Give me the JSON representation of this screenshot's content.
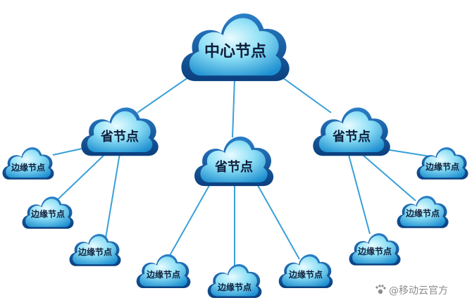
{
  "diagram": {
    "center": {
      "label": "中心节点"
    },
    "provinces": [
      {
        "label": "省节点"
      },
      {
        "label": "省节点"
      },
      {
        "label": "省节点"
      }
    ],
    "edges": [
      {
        "label": "边缘节点"
      },
      {
        "label": "边缘节点"
      },
      {
        "label": "边缘节点"
      },
      {
        "label": "边缘节点"
      },
      {
        "label": "边缘节点"
      },
      {
        "label": "边缘节点"
      },
      {
        "label": "边缘节点"
      },
      {
        "label": "边缘节点"
      },
      {
        "label": "边缘节点"
      }
    ]
  },
  "watermark": {
    "text": "@移动云官方"
  },
  "colors": {
    "cloud_light": "#e9fbff",
    "cloud_mid": "#7ad6f2",
    "cloud_dark": "#1d8fd0",
    "cloud_rim": "#0b4f93",
    "link_line": "#3aa0d8",
    "label_text": "#0e1e3c"
  }
}
